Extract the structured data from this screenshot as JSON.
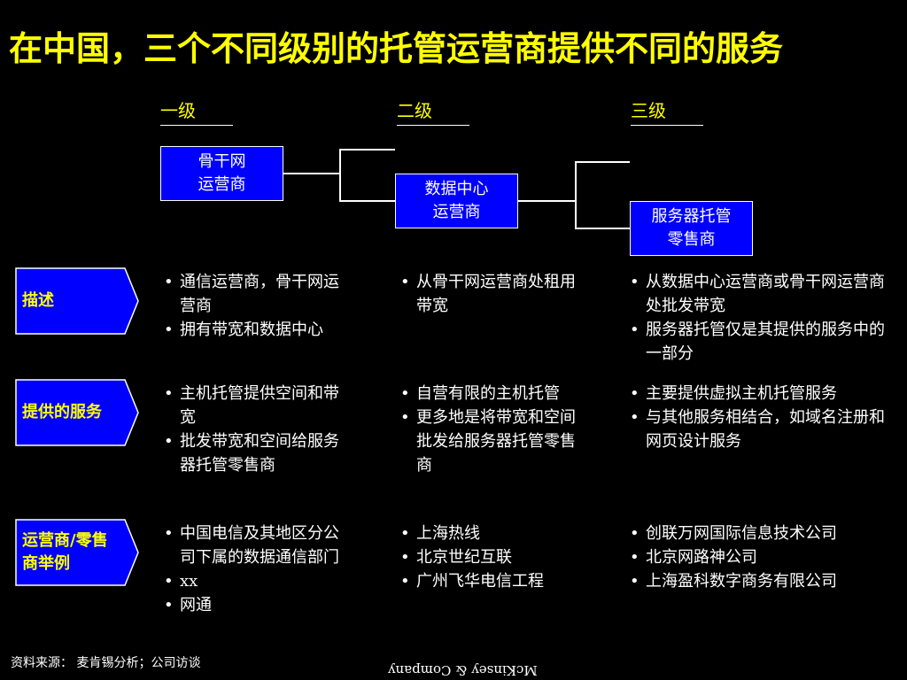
{
  "title": "在中国，三个不同级别的托管运营商提供不同的服务",
  "levels": [
    "一级",
    "二级",
    "三级"
  ],
  "boxes": [
    "骨干网\n运营商",
    "数据中心\n运营商",
    "服务器托管\n零售商"
  ],
  "rows": [
    {
      "label": "描述",
      "cells": [
        [
          "通信运营商，骨干网运营商",
          "拥有带宽和数据中心"
        ],
        [
          "从骨干网运营商处租用带宽"
        ],
        [
          "从数据中心运营商或骨干网运营商处批发带宽",
          "服务器托管仅是其提供的服务中的一部分"
        ]
      ]
    },
    {
      "label": "提供的服务",
      "cells": [
        [
          "主机托管提供空间和带宽",
          "批发带宽和空间给服务器托管零售商"
        ],
        [
          "自营有限的主机托管",
          "更多地是将带宽和空间批发给服务器托管零售商"
        ],
        [
          "主要提供虚拟主机托管服务",
          "与其他服务相结合，如域名注册和网页设计服务"
        ]
      ]
    },
    {
      "label": "运营商/零售商举例",
      "cells": [
        [
          "中国电信及其地区分公司下属的数据通信部门",
          "xx",
          "网通"
        ],
        [
          "上海热线",
          "北京世纪互联",
          "广州飞华电信工程"
        ],
        [
          "创联万网国际信息技术公司",
          "北京网路神公司",
          "上海盈科数字商务有限公司"
        ]
      ]
    }
  ],
  "footer": "资料来源：  麦肯锡分析；公司访谈",
  "brand": "McKinsey & Company",
  "colors": {
    "background": "#000000",
    "title": "#ffff00",
    "box_fill": "#0000ff",
    "text": "#ffffff"
  }
}
